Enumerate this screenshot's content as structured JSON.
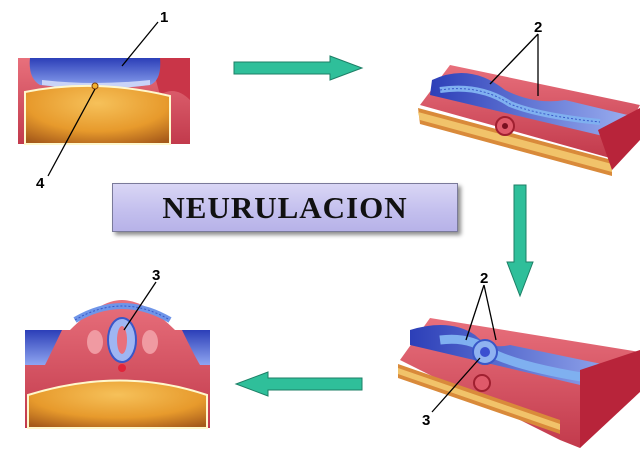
{
  "title": "NEURULACION",
  "labels": {
    "stage1_top": "1",
    "stage1_bottom": "4",
    "stage2": "2",
    "stage3_top": "2",
    "stage3_bottom": "3",
    "stage4": "3"
  },
  "colors": {
    "arrow": "#2fbf9a",
    "ectoderm": "#3b4fd0",
    "neural_tube": "#6f95e8",
    "tissue": "#e25b6a",
    "yolk": "#f0a43a",
    "title_box": "#c8c4f0"
  }
}
